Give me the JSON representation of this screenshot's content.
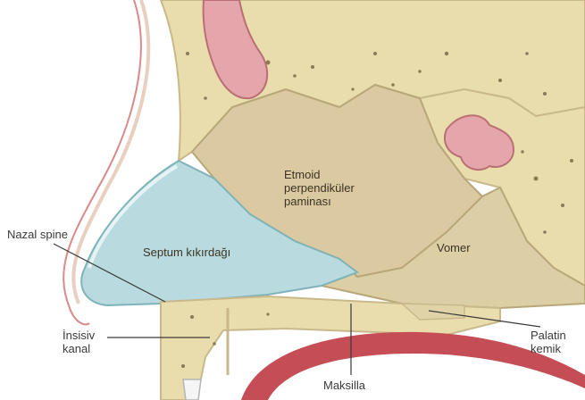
{
  "labels": {
    "etmoid_line1": "Etmoid",
    "etmoid_line2": "perpendiküler",
    "etmoid_line3": "paminası",
    "septum": "Septum kıkırdağı",
    "vomer": "Vomer",
    "nazal_spine": "Nazal spine",
    "insisiv_line1": "İnsisiv",
    "insisiv_line2": "kanal",
    "palatin_line1": "Palatin",
    "palatin_line2": "kemik",
    "maksilla": "Maksilla"
  },
  "colors": {
    "bone": "#e9dcad",
    "bone_edge": "#c9b98a",
    "ethmoid": "#dac9a1",
    "cartilage": "#b9dbdf",
    "sinus_pink": "#e4a6aa",
    "lip_red": "#c54d56",
    "skin_line": "#d98a8a"
  }
}
